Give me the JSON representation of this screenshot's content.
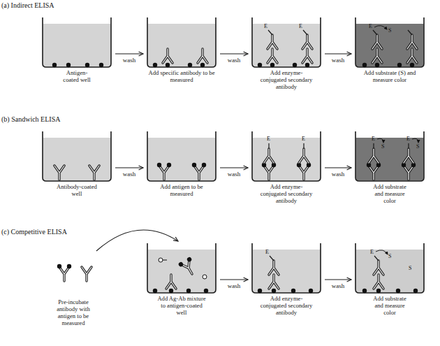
{
  "diagram": {
    "nodes": [
      {
        "text": [
          "Antigen-coated well"
        ]
      },
      {
        "text": [
          "Add specific antibody to be measured"
        ]
      },
      {
        "text": [
          "Add enzyme-conjugated secondary antibody"
        ]
      },
      {
        "text": [
          "Add substrate (S) and measure color"
        ]
      },
      {
        "text": [
          "Antibody-coated well"
        ]
      },
      {
        "text": [
          "Add antigen to be measured"
        ]
      },
      {
        "text": [
          "Add enzyme-conjugated secondary antibody"
        ]
      },
      {
        "text": [
          "Add substrate and measure color"
        ]
      },
      {
        "text": [
          "Pre-incubate antibody with antigen to be measured"
        ]
      },
      {
        "text": [
          "Add Ag-Ab mixture to antigen-coated well"
        ]
      },
      {
        "text": [
          "Add enzyme-conjugated secondary antibody"
        ]
      },
      {
        "text": [
          "Add substrate and measure color"
        ]
      }
    ],
    "edges": [
      {
        "from": 0,
        "to": 1,
        "label": "wash",
        "arrow": "to"
      },
      {
        "from": 1,
        "to": 2,
        "label": "wash",
        "arrow": "to"
      },
      {
        "from": 2,
        "to": 3,
        "label": "wash",
        "arrow": "to"
      },
      {
        "from": 4,
        "to": 5,
        "label": "wash",
        "arrow": "to"
      },
      {
        "from": 5,
        "to": 6,
        "label": "wash",
        "arrow": "to"
      },
      {
        "from": 6,
        "to": 7,
        "label": "wash",
        "arrow": "to"
      },
      {
        "from": 8,
        "to": 9,
        "arrow": "to"
      },
      {
        "from": 9,
        "to": 10,
        "label": "wash",
        "arrow": "to"
      },
      {
        "from": 10,
        "to": 11,
        "label": "wash",
        "arrow": "to"
      }
    ],
    "labels": [
      "(a) Indirect ELISA",
      "E",
      "E",
      "E",
      "S",
      "(b) Sandwich ELISA",
      "E",
      "E",
      "E",
      "S",
      "E",
      "S",
      "(c) Competitive ELISA",
      "E",
      "E",
      "S",
      "S"
    ]
  }
}
